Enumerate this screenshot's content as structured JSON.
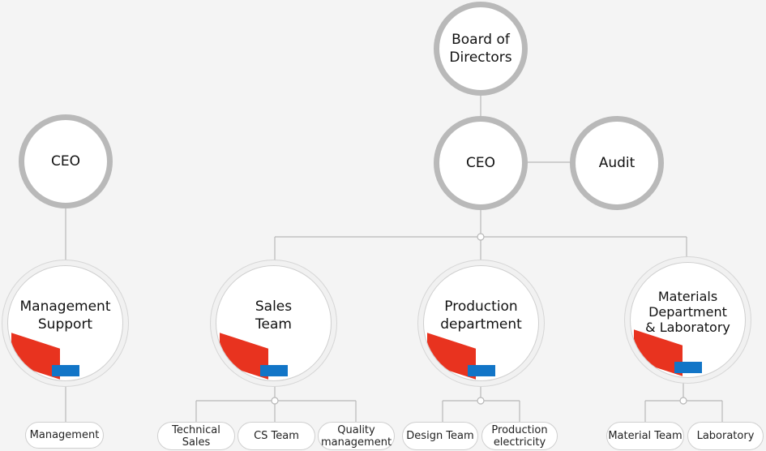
{
  "top_nodes": {
    "board": "Board of\nDirectors",
    "ceo_main": "CEO",
    "audit": "Audit",
    "ceo_left": "CEO"
  },
  "departments": {
    "management_support": "Management\nSupport",
    "sales": "Sales\nTeam",
    "production": "Production\ndepartment",
    "materials": "Materials\nDepartment\n& Laboratory"
  },
  "teams": {
    "management": "Management",
    "technical_sales": "Technical\nSales",
    "cs_team": "CS Team",
    "quality_management": "Quality\nmanagement",
    "design_team": "Design Team",
    "production_electricity": "Production\nelectricity",
    "material_team": "Material Team",
    "laboratory": "Laboratory"
  },
  "colors": {
    "accent_red": "#e8331f",
    "accent_blue": "#1275c7",
    "ring_gray": "#b9b9b9",
    "line_gray": "#b7b7b7"
  }
}
